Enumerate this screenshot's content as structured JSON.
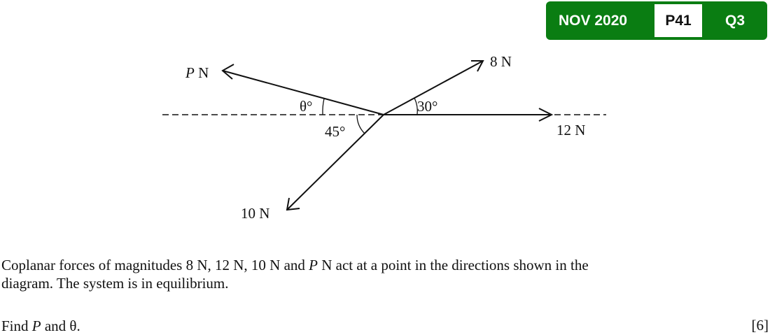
{
  "badge": {
    "session": "NOV 2020",
    "paper": "P41",
    "question": "Q3",
    "color": "#0a7d12"
  },
  "diagram": {
    "forces": [
      {
        "label_italic": "P",
        "label": " N"
      },
      {
        "label": "8 N"
      },
      {
        "label": "12 N"
      },
      {
        "label": "10 N"
      }
    ],
    "angles": {
      "theta": "θ°",
      "a30": "30°",
      "a45": "45°"
    }
  },
  "question": {
    "line1_a": "Coplanar forces of magnitudes 8 N, 12 N, 10 N and ",
    "line1_p": "P",
    "line1_b": " N act at a point in the directions shown in the",
    "line2": "diagram. The system is in equilibrium.",
    "find_a": "Find ",
    "find_p": "P",
    "find_b": " and θ.",
    "marks": "[6]"
  }
}
